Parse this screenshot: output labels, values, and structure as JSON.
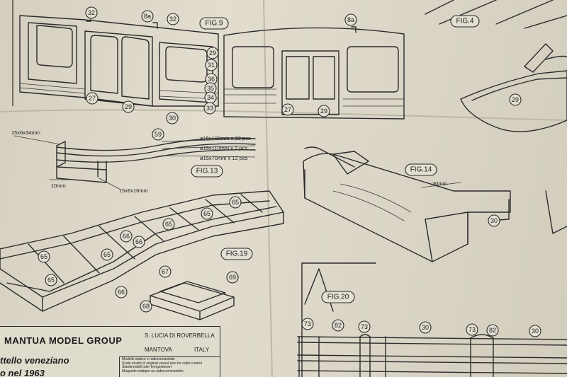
{
  "figures": {
    "fig9": "FIG.9",
    "fig4": "FIG.4",
    "fig13": "FIG.13",
    "fig14": "FIG.14",
    "fig19": "FIG.19",
    "fig20": "FIG.20"
  },
  "callouts": {
    "c32a": "32",
    "c8a_1": "8a",
    "c32b": "32",
    "c8a_2": "8a",
    "c29a": "29",
    "c31": "31",
    "c36": "36",
    "c35": "35",
    "c34": "34",
    "c33": "33",
    "c27a": "27",
    "c29b": "29",
    "c30a": "30",
    "c27b": "27",
    "c29c": "29",
    "c29d": "29",
    "c59": "59",
    "c30b": "30",
    "c65a": "65",
    "c65b": "65",
    "c65c": "65",
    "c65d": "65",
    "c65e": "65",
    "c65f": "65",
    "c66a": "66",
    "c66b": "66",
    "c66c": "66",
    "c67": "67",
    "c69": "69",
    "c68": "68",
    "c73a": "73",
    "c82a": "82",
    "c73b": "73",
    "c30c": "30",
    "c73c": "73",
    "c82b": "82",
    "c30d": "30"
  },
  "dimensions": {
    "d1": "15x6x34mm",
    "d2": "10mm",
    "d3": "15x6x16mm",
    "d4": "30mm"
  },
  "specs": {
    "s1": "ø15x100mm x 22 pcs",
    "s2": "ø15x110mm x 2 pcs",
    "s3": "ø15x70mm x 12 pcs"
  },
  "title_block": {
    "company": "MANTUA MODEL GROUP",
    "town": "S. LUCIA DI ROVERBELLA",
    "city": "MANTOVA",
    "country": "ITALY",
    "model_name": "ttello veneziano",
    "model_year": "o nel 1963",
    "legend": [
      "Modello statico o radiocomandato",
      "Scale model of original vessel also for radio control",
      "Standmodell oder ferngesteuert",
      "Maquette statique ou radiocommandée"
    ]
  }
}
